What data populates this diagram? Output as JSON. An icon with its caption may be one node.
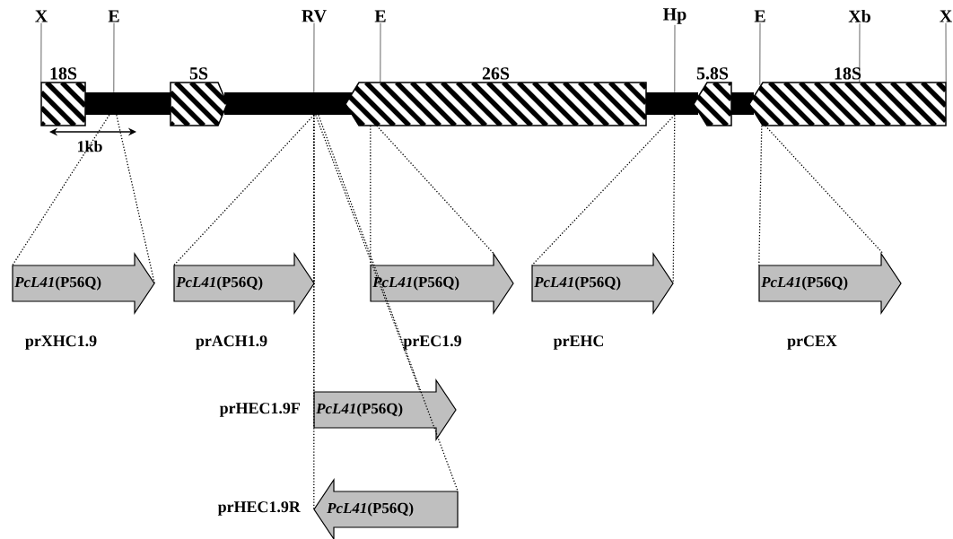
{
  "diagram": {
    "nodes": [
      {
        "text": [
          "X"
        ]
      },
      {
        "text": [
          "E"
        ]
      },
      {
        "text": [
          "RV"
        ]
      },
      {
        "text": [
          "E"
        ]
      },
      {
        "text": [
          "Hp"
        ]
      },
      {
        "text": [
          "E"
        ]
      },
      {
        "text": [
          "Xb"
        ]
      },
      {
        "text": [
          "X"
        ]
      },
      {
        "text": [
          "18S"
        ]
      },
      {
        "text": [],
        "shape": "bar"
      },
      {
        "text": [
          "5S"
        ]
      },
      {
        "text": [],
        "shape": "bar"
      },
      {
        "text": [
          "26S"
        ]
      },
      {
        "text": [],
        "shape": "bar"
      },
      {
        "text": [
          "5.8S"
        ]
      },
      {
        "text": [],
        "shape": "bar"
      },
      {
        "text": [
          "18S"
        ]
      },
      {
        "text": [
          "*PcL41*(P56Q)"
        ],
        "beside": [
          "prXHC1.9"
        ]
      },
      {
        "text": [
          "*PcL41*(P56Q)"
        ],
        "beside": [
          "prACH1.9"
        ]
      },
      {
        "text": [
          "*PcL41*(P56Q)"
        ],
        "beside": [
          "prEC1.9"
        ]
      },
      {
        "text": [
          "*PcL41*(P56Q)"
        ],
        "beside": [
          "prEHC"
        ]
      },
      {
        "text": [
          "*PcL41*(P56Q)"
        ],
        "beside": [
          "prCEX"
        ]
      },
      {
        "text": [
          "*PcL41*(P56Q)"
        ],
        "beside": [
          "prHEC1.9F"
        ]
      },
      {
        "text": [
          "*PcL41*(P56Q)"
        ],
        "beside": [
          "prHEC1.9R"
        ]
      }
    ],
    "edges": [
      {
        "from": 0,
        "to": 8,
        "arrow": "none"
      },
      {
        "from": 1,
        "to": 9,
        "arrow": "none"
      },
      {
        "from": 2,
        "to": 11,
        "arrow": "none"
      },
      {
        "from": 3,
        "to": 12,
        "arrow": "none"
      },
      {
        "from": 4,
        "to": 13,
        "arrow": "none"
      },
      {
        "from": 5,
        "to": 16,
        "arrow": "none"
      },
      {
        "from": 6,
        "to": 16,
        "arrow": "none"
      },
      {
        "from": 7,
        "to": 16,
        "arrow": "none"
      },
      {
        "from": 9,
        "to": 17,
        "arrow": "none",
        "style": "dashed"
      },
      {
        "from": 9,
        "to": 17,
        "arrow": "none",
        "style": "dashed"
      },
      {
        "from": 11,
        "to": 18,
        "arrow": "none",
        "style": "dashed"
      },
      {
        "from": 11,
        "to": 18,
        "arrow": "none",
        "style": "dashed"
      },
      {
        "from": 12,
        "to": 19,
        "arrow": "none",
        "style": "dashed"
      },
      {
        "from": 12,
        "to": 19,
        "arrow": "none",
        "style": "dashed"
      },
      {
        "from": 13,
        "to": 20,
        "arrow": "none",
        "style": "dashed"
      },
      {
        "from": 13,
        "to": 20,
        "arrow": "none",
        "style": "dashed"
      },
      {
        "from": 16,
        "to": 21,
        "arrow": "none",
        "style": "dashed"
      },
      {
        "from": 16,
        "to": 21,
        "arrow": "none",
        "style": "dashed"
      },
      {
        "from": 11,
        "to": 22,
        "arrow": "none",
        "style": "dashed"
      },
      {
        "from": 11,
        "to": 22,
        "arrow": "none",
        "style": "dashed"
      },
      {
        "from": 11,
        "to": 23,
        "arrow": "none",
        "style": "dashed"
      },
      {
        "from": 11,
        "to": 23,
        "arrow": "none",
        "style": "dashed"
      }
    ],
    "labels": [
      "1kb"
    ]
  }
}
